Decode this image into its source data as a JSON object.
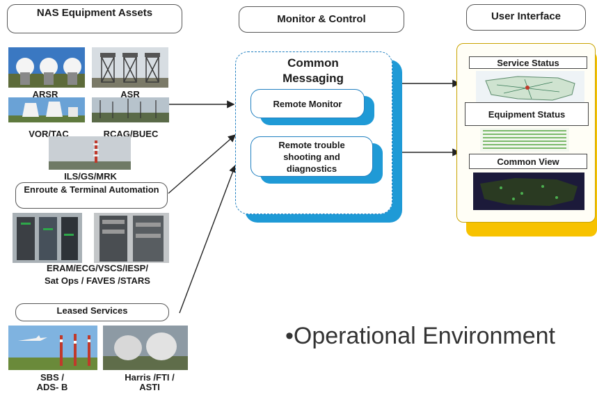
{
  "headers": {
    "nas": "NAS Equipment Assets",
    "monitor": "Monitor  & Control",
    "user_interface": "User Interface"
  },
  "assets": {
    "arsr": "ARSR",
    "asr": "ASR",
    "vor": "VOR/TAC",
    "rcag": "RCAG/BUEC",
    "ils": "ILS/GS/MRK",
    "enroute_box": "Enroute  & Terminal Automation",
    "eram_line1": "ERAM/ECG/VSCS/IESP/",
    "eram_line2": "Sat Ops  / FAVES /STARS",
    "leased_box": "Leased Services",
    "sbs_line1": "SBS /",
    "sbs_line2": "ADS- B",
    "harris_line1": "Harris /FTI /",
    "harris_line2": "ASTI"
  },
  "monitor_control": {
    "common_messaging": "Common Messaging",
    "remote_monitor": "Remote Monitor",
    "remote_trouble": "Remote trouble shooting and diagnostics"
  },
  "user_interface": {
    "service_status": "Service Status",
    "equipment_status": "Equipment Status",
    "common_view": "Common View"
  },
  "bullet": "•Operational Environment",
  "colors": {
    "blue_accent": "#1f9ad6",
    "gold_accent": "#f7c200"
  }
}
